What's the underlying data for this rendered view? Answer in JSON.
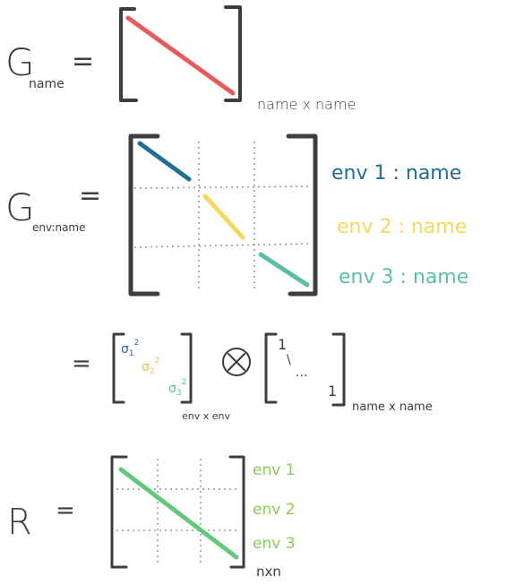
{
  "equations": {
    "g_name": {
      "symbol": "G",
      "subscript": "name",
      "equals": "=",
      "dims": "name x name"
    },
    "g_env_name": {
      "symbol": "G",
      "subscript": "env:name",
      "equals": "=",
      "block_labels": [
        "env 1 : name",
        "env 2 : name",
        "env 3 : name"
      ]
    },
    "kronecker": {
      "equals": "=",
      "sigmas": [
        {
          "base": "σ",
          "sub": "1",
          "sup": "2"
        },
        {
          "base": "σ",
          "sub": "2",
          "sup": "2"
        },
        {
          "base": "σ",
          "sub": "3",
          "sup": "2"
        }
      ],
      "left_dims": "env x env",
      "operator": "⊗",
      "identity_diag_top": "1",
      "identity_diag_mid": "\\",
      "identity_diag_dots": "...",
      "identity_diag_bottom": "1",
      "right_dims": "name x name"
    },
    "r": {
      "symbol": "R",
      "equals": "=",
      "block_labels": [
        "env 1",
        "env 2",
        "env 3"
      ],
      "dims": "nxn"
    }
  },
  "colors": {
    "ink": "#3d3d3d",
    "red": "#e85a5a",
    "blue": "#1f6f94",
    "yellow": "#f2d95c",
    "teal": "#5bbfa8",
    "green": "#63c97a",
    "green_text": "#8acc55",
    "dots": "#9a9a9a"
  }
}
